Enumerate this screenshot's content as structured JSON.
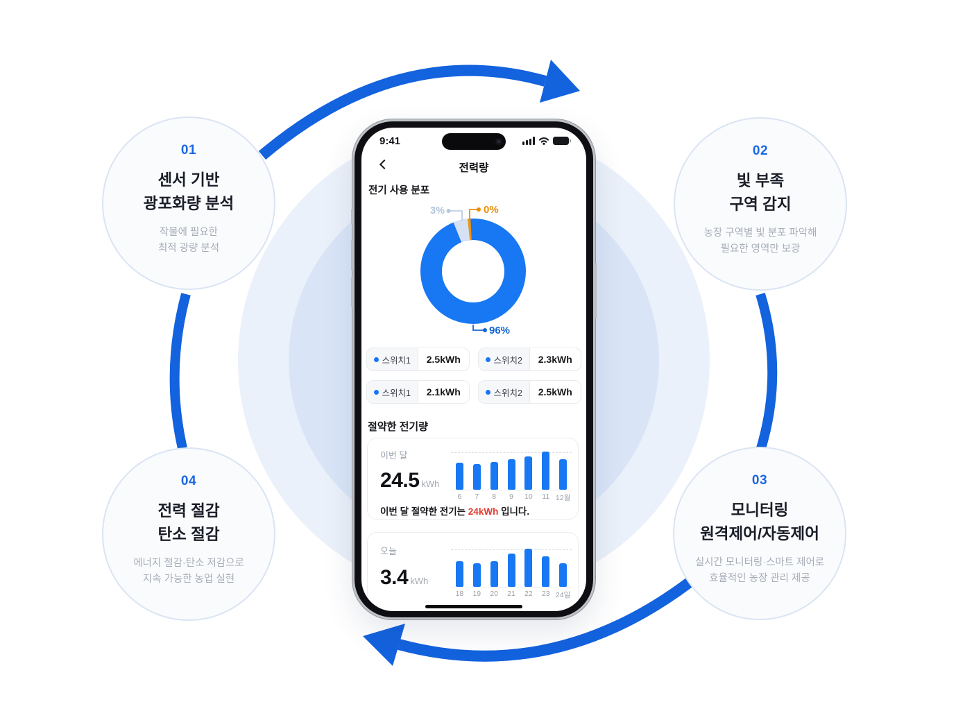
{
  "colors": {
    "flow_arrow_blue": "#1362DE",
    "app_primary_blue": "#1877F2",
    "donut_light_slice": "#D6E2F4",
    "donut_orange_slice": "#F0960F",
    "step_number_blue": "#1A67E3",
    "highlight_red": "#E33B30",
    "bg_circle_outer": "#EBF1FA",
    "bg_circle_inner": "#D9E5F7"
  },
  "steps": [
    {
      "number": "01",
      "title_lines": [
        "센서 기반",
        "광포화량 분석"
      ],
      "desc_lines": [
        "작물에 필요한",
        "최적 광량 분석"
      ]
    },
    {
      "number": "02",
      "title_lines": [
        "빛 부족",
        "구역 감지"
      ],
      "desc_lines": [
        "농장 구역별 빛 분포 파악해",
        "필요한 영역만 보광"
      ]
    },
    {
      "number": "03",
      "title_lines": [
        "모니터링",
        "원격제어/자동제어"
      ],
      "desc_lines": [
        "실시간 모니터링·스마트 제어로",
        "효율적인 농장 관리 제공"
      ]
    },
    {
      "number": "04",
      "title_lines": [
        "전력 절감",
        "탄소 절감"
      ],
      "desc_lines": [
        "에너지 절감·탄소 저감으로",
        "지속 가능한 농업 실현"
      ]
    }
  ],
  "phone": {
    "status": {
      "time": "9:41",
      "icons": [
        "cellular-signal-icon",
        "wifi-icon",
        "battery-icon"
      ]
    },
    "nav": {
      "title": "전력량"
    },
    "sections": {
      "usage": "전기 사용 분포",
      "savings": "절약한 전기량"
    },
    "switches": [
      {
        "label": "스위치1",
        "value": "2.5kWh"
      },
      {
        "label": "스위치2",
        "value": "2.3kWh"
      },
      {
        "label": "스위치1",
        "value": "2.1kWh"
      },
      {
        "label": "스위치2",
        "value": "2.5kWh"
      }
    ]
  },
  "chart_data": [
    {
      "type": "pie",
      "title": "전기 사용 분포",
      "style": "donut",
      "slices": [
        {
          "label": "96%",
          "value": 96,
          "color": "#1877F2"
        },
        {
          "label": "3%",
          "value": 3,
          "color": "#D6E2F4"
        },
        {
          "label": "0%",
          "value": 1,
          "color": "#F0960F"
        }
      ]
    },
    {
      "type": "bar",
      "period_label": "이번 달",
      "total": "24.5",
      "unit": "kWh",
      "categories": [
        "6",
        "7",
        "8",
        "9",
        "10",
        "11",
        "12월"
      ],
      "values": [
        3.8,
        3.6,
        3.9,
        4.2,
        4.6,
        5.3,
        4.2
      ],
      "ymax": 5.3,
      "xlabel": "",
      "ylabel": "",
      "note": {
        "prefix": "이번 달 절약한 전기는 ",
        "highlight": "24kWh",
        "suffix": " 입니다."
      }
    },
    {
      "type": "bar",
      "period_label": "오늘",
      "total": "3.4",
      "unit": "kWh",
      "categories": [
        "18",
        "19",
        "20",
        "21",
        "22",
        "23",
        "24일"
      ],
      "values": [
        4.0,
        3.7,
        4.0,
        5.2,
        5.9,
        4.7,
        3.7
      ],
      "ymax": 5.9,
      "xlabel": "",
      "ylabel": ""
    }
  ]
}
